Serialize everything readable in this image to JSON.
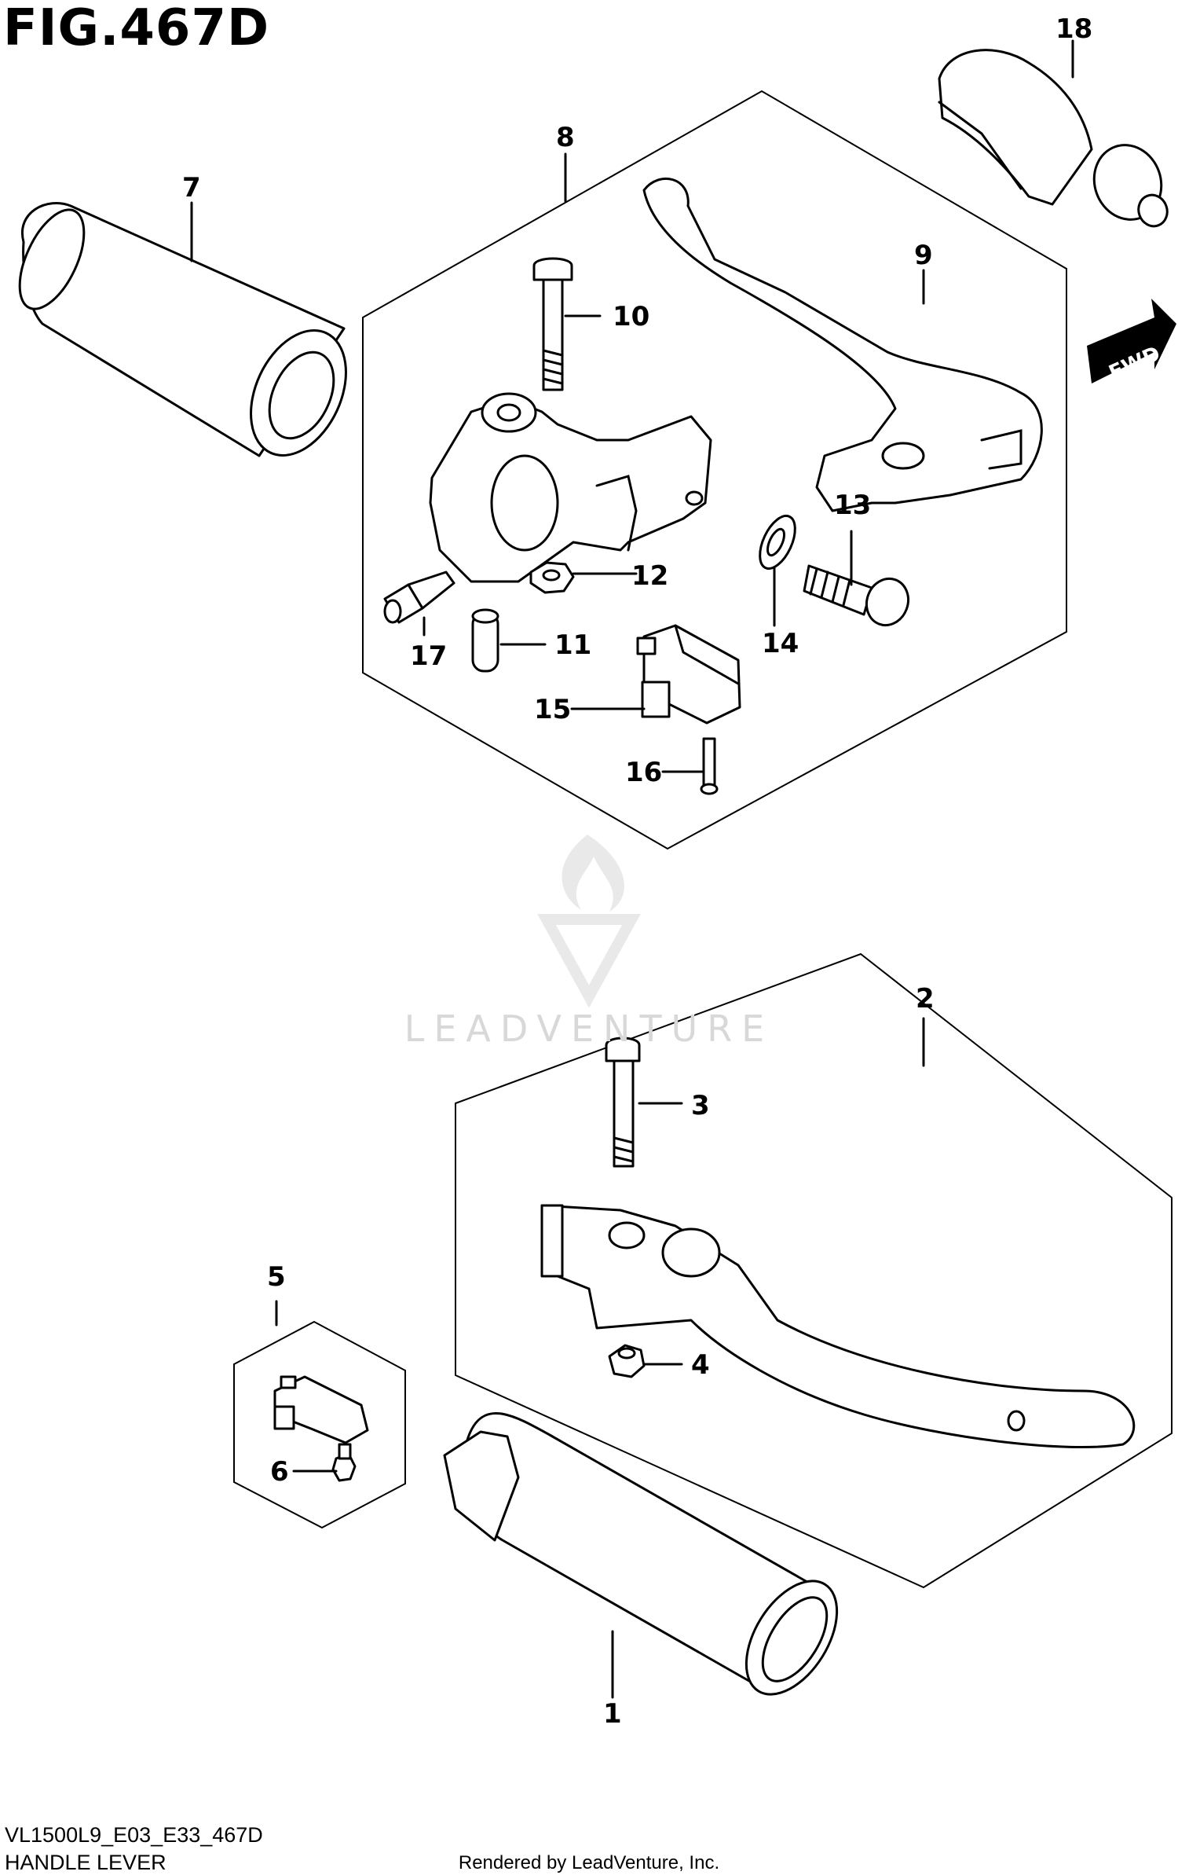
{
  "figure": {
    "title": "FIG.467D",
    "model_code": "VL1500L9_E03_E33_467D",
    "caption": "HANDLE LEVER",
    "rendered_by": "Rendered by LeadVenture, Inc.",
    "watermark": "LEADVENTURE",
    "direction_tag": "FWD"
  },
  "callouts": [
    {
      "id": "callout-1",
      "label": "1"
    },
    {
      "id": "callout-2",
      "label": "2"
    },
    {
      "id": "callout-3",
      "label": "3"
    },
    {
      "id": "callout-4",
      "label": "4"
    },
    {
      "id": "callout-5",
      "label": "5"
    },
    {
      "id": "callout-6",
      "label": "6"
    },
    {
      "id": "callout-7",
      "label": "7"
    },
    {
      "id": "callout-8",
      "label": "8"
    },
    {
      "id": "callout-9",
      "label": "9"
    },
    {
      "id": "callout-10",
      "label": "10"
    },
    {
      "id": "callout-11",
      "label": "11"
    },
    {
      "id": "callout-12",
      "label": "12"
    },
    {
      "id": "callout-13",
      "label": "13"
    },
    {
      "id": "callout-14",
      "label": "14"
    },
    {
      "id": "callout-15",
      "label": "15"
    },
    {
      "id": "callout-16",
      "label": "16"
    },
    {
      "id": "callout-17",
      "label": "17"
    },
    {
      "id": "callout-18",
      "label": "18"
    }
  ]
}
